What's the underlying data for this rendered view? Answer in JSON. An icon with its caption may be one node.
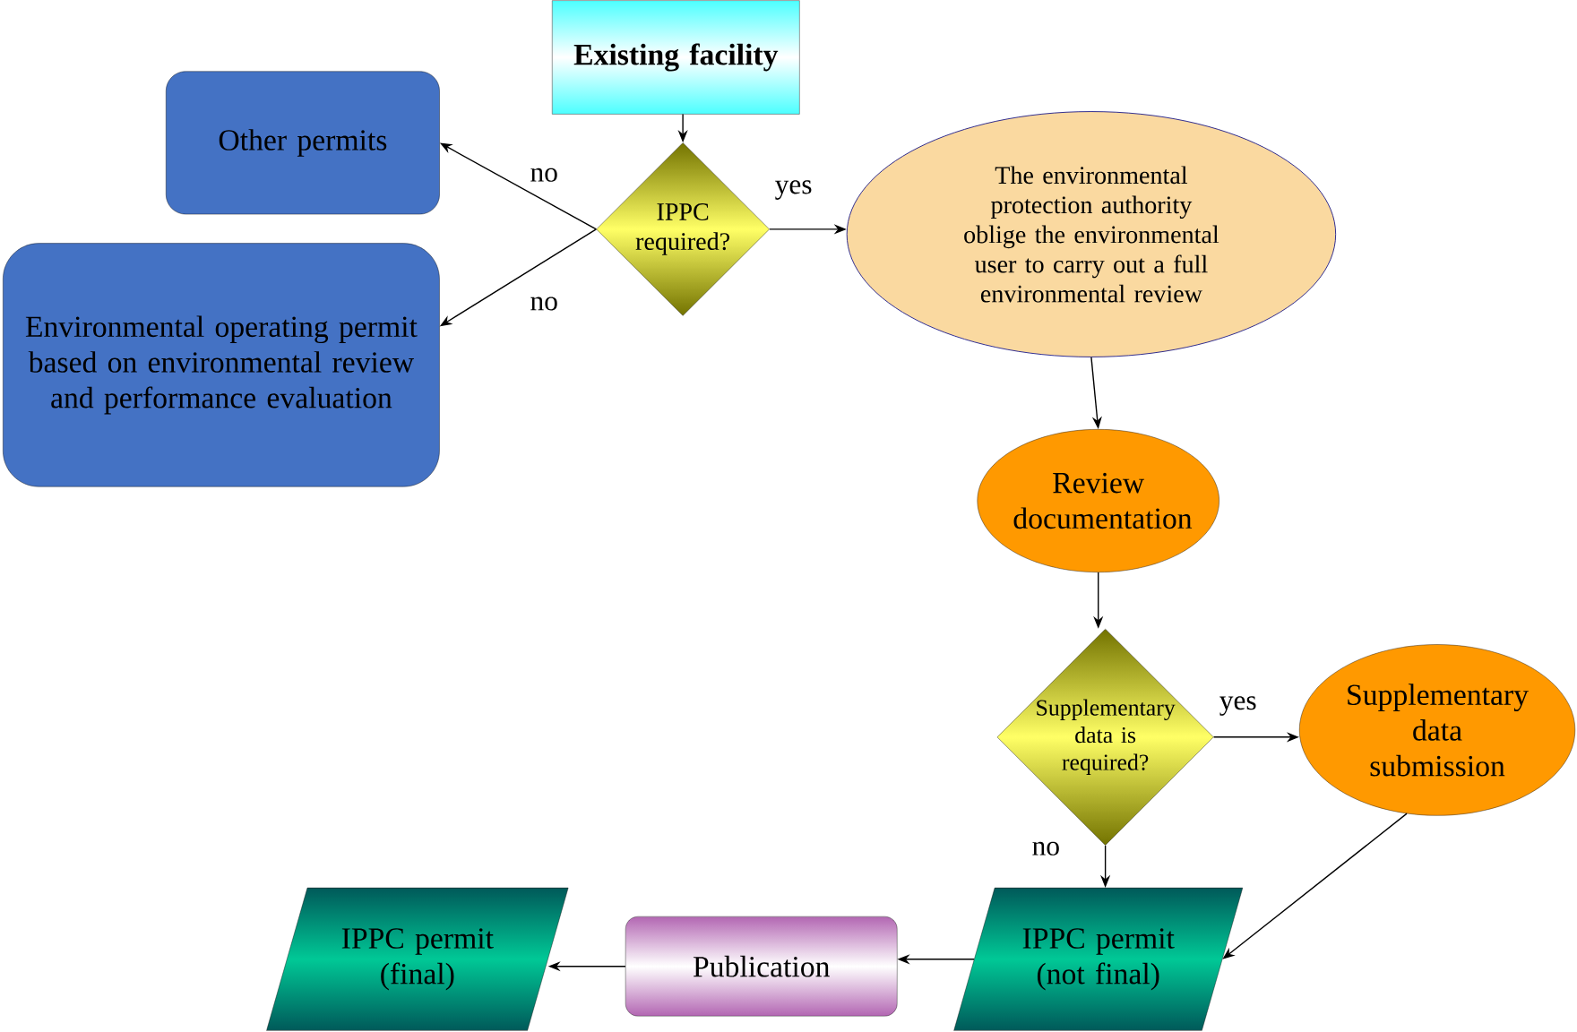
{
  "diagram": {
    "nodes": [
      {
        "text": [
          "Existing facility"
        ]
      },
      {
        "text": [
          "IPPC required?"
        ]
      },
      {
        "text": [
          "Other permits"
        ]
      },
      {
        "text": [
          "Environmental operating permit based on environmental review and performance evaluation"
        ]
      },
      {
        "text": [
          "The environmental protection authority oblige the environmental user to carry out a full environmental review"
        ]
      },
      {
        "text": [
          "Review documentation"
        ]
      },
      {
        "text": [
          "Supplementary data is required?"
        ]
      },
      {
        "text": [
          "Supplementary data submission"
        ]
      },
      {
        "text": [
          "IPPC permit (not final)"
        ]
      },
      {
        "text": [
          "Publication"
        ]
      },
      {
        "text": [
          "IPPC permit (final)"
        ]
      }
    ],
    "edges": [
      {
        "from": 0,
        "to": 1,
        "arrow": "to"
      },
      {
        "from": 1,
        "to": 2,
        "arrow": "to",
        "label": "no"
      },
      {
        "from": 1,
        "to": 3,
        "arrow": "to",
        "label": "no"
      },
      {
        "from": 1,
        "to": 4,
        "arrow": "to",
        "label": "yes"
      },
      {
        "from": 4,
        "to": 5,
        "arrow": "to"
      },
      {
        "from": 5,
        "to": 6,
        "arrow": "to"
      },
      {
        "from": 6,
        "to": 7,
        "arrow": "to",
        "label": "yes"
      },
      {
        "from": 6,
        "to": 8,
        "arrow": "to",
        "label": "no"
      },
      {
        "from": 7,
        "to": 8,
        "arrow": "to"
      },
      {
        "from": 8,
        "to": 9,
        "arrow": "to"
      },
      {
        "from": 9,
        "to": 10,
        "arrow": "to"
      }
    ]
  }
}
